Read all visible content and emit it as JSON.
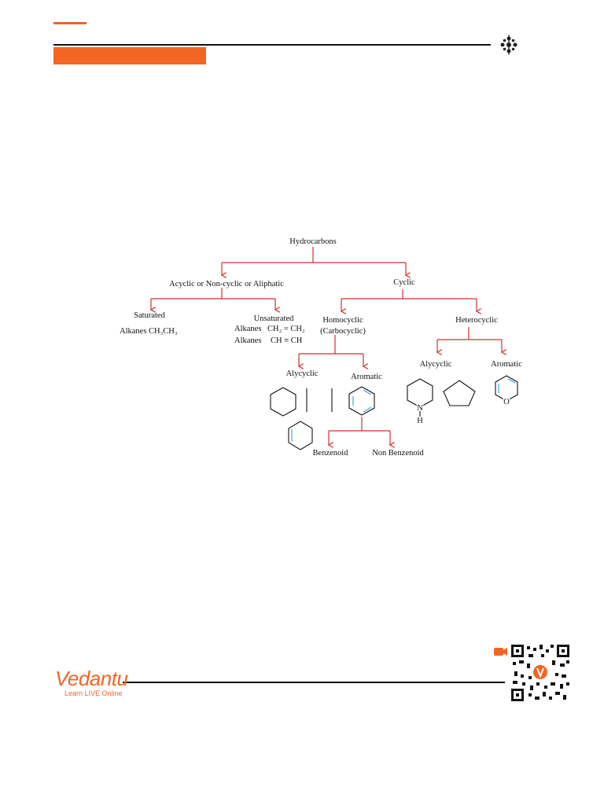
{
  "header": {
    "accent_color": "#f26522",
    "ornament_icon": "fleur-ornament-icon"
  },
  "diagram": {
    "root": "Hydrocarbons",
    "acyclic": "Acyclic or Non-cyclic or Aliphatic",
    "cyclic": "Cyclic",
    "saturated": "Saturated",
    "saturated_example": "Alkanes  CH₃CH₃",
    "unsaturated": "Unsaturated",
    "unsaturated_ex1_label": "Alkanes",
    "unsaturated_ex1_formula": "CH₂ = CH₂",
    "unsaturated_ex2_label": "Alkanes",
    "unsaturated_ex2_formula": "CH ≡ CH",
    "homocyclic": "Homocyclic",
    "carbocyclic": "(Carbocyclic)",
    "heterocyclic": "Heterocyclic",
    "homo_alicyclic": "Alycyclic",
    "homo_aromatic": "Aromatic",
    "hetero_alicyclic": "Alycyclic",
    "hetero_aromatic": "Aromatic",
    "benzenoid": "Benzenoid",
    "non_benzenoid": "Non Benzenoid",
    "atom_n": "N",
    "atom_h": "H",
    "atom_o": "O",
    "arrow_color": "#d32f2f",
    "bond_color": "#3ba7e0"
  },
  "footer": {
    "brand": "Vedantu",
    "tagline": "Learn LIVE Online",
    "brand_color": "#f26522",
    "qr_icon": "qr-code-icon",
    "video_icon": "video-camera-icon"
  }
}
